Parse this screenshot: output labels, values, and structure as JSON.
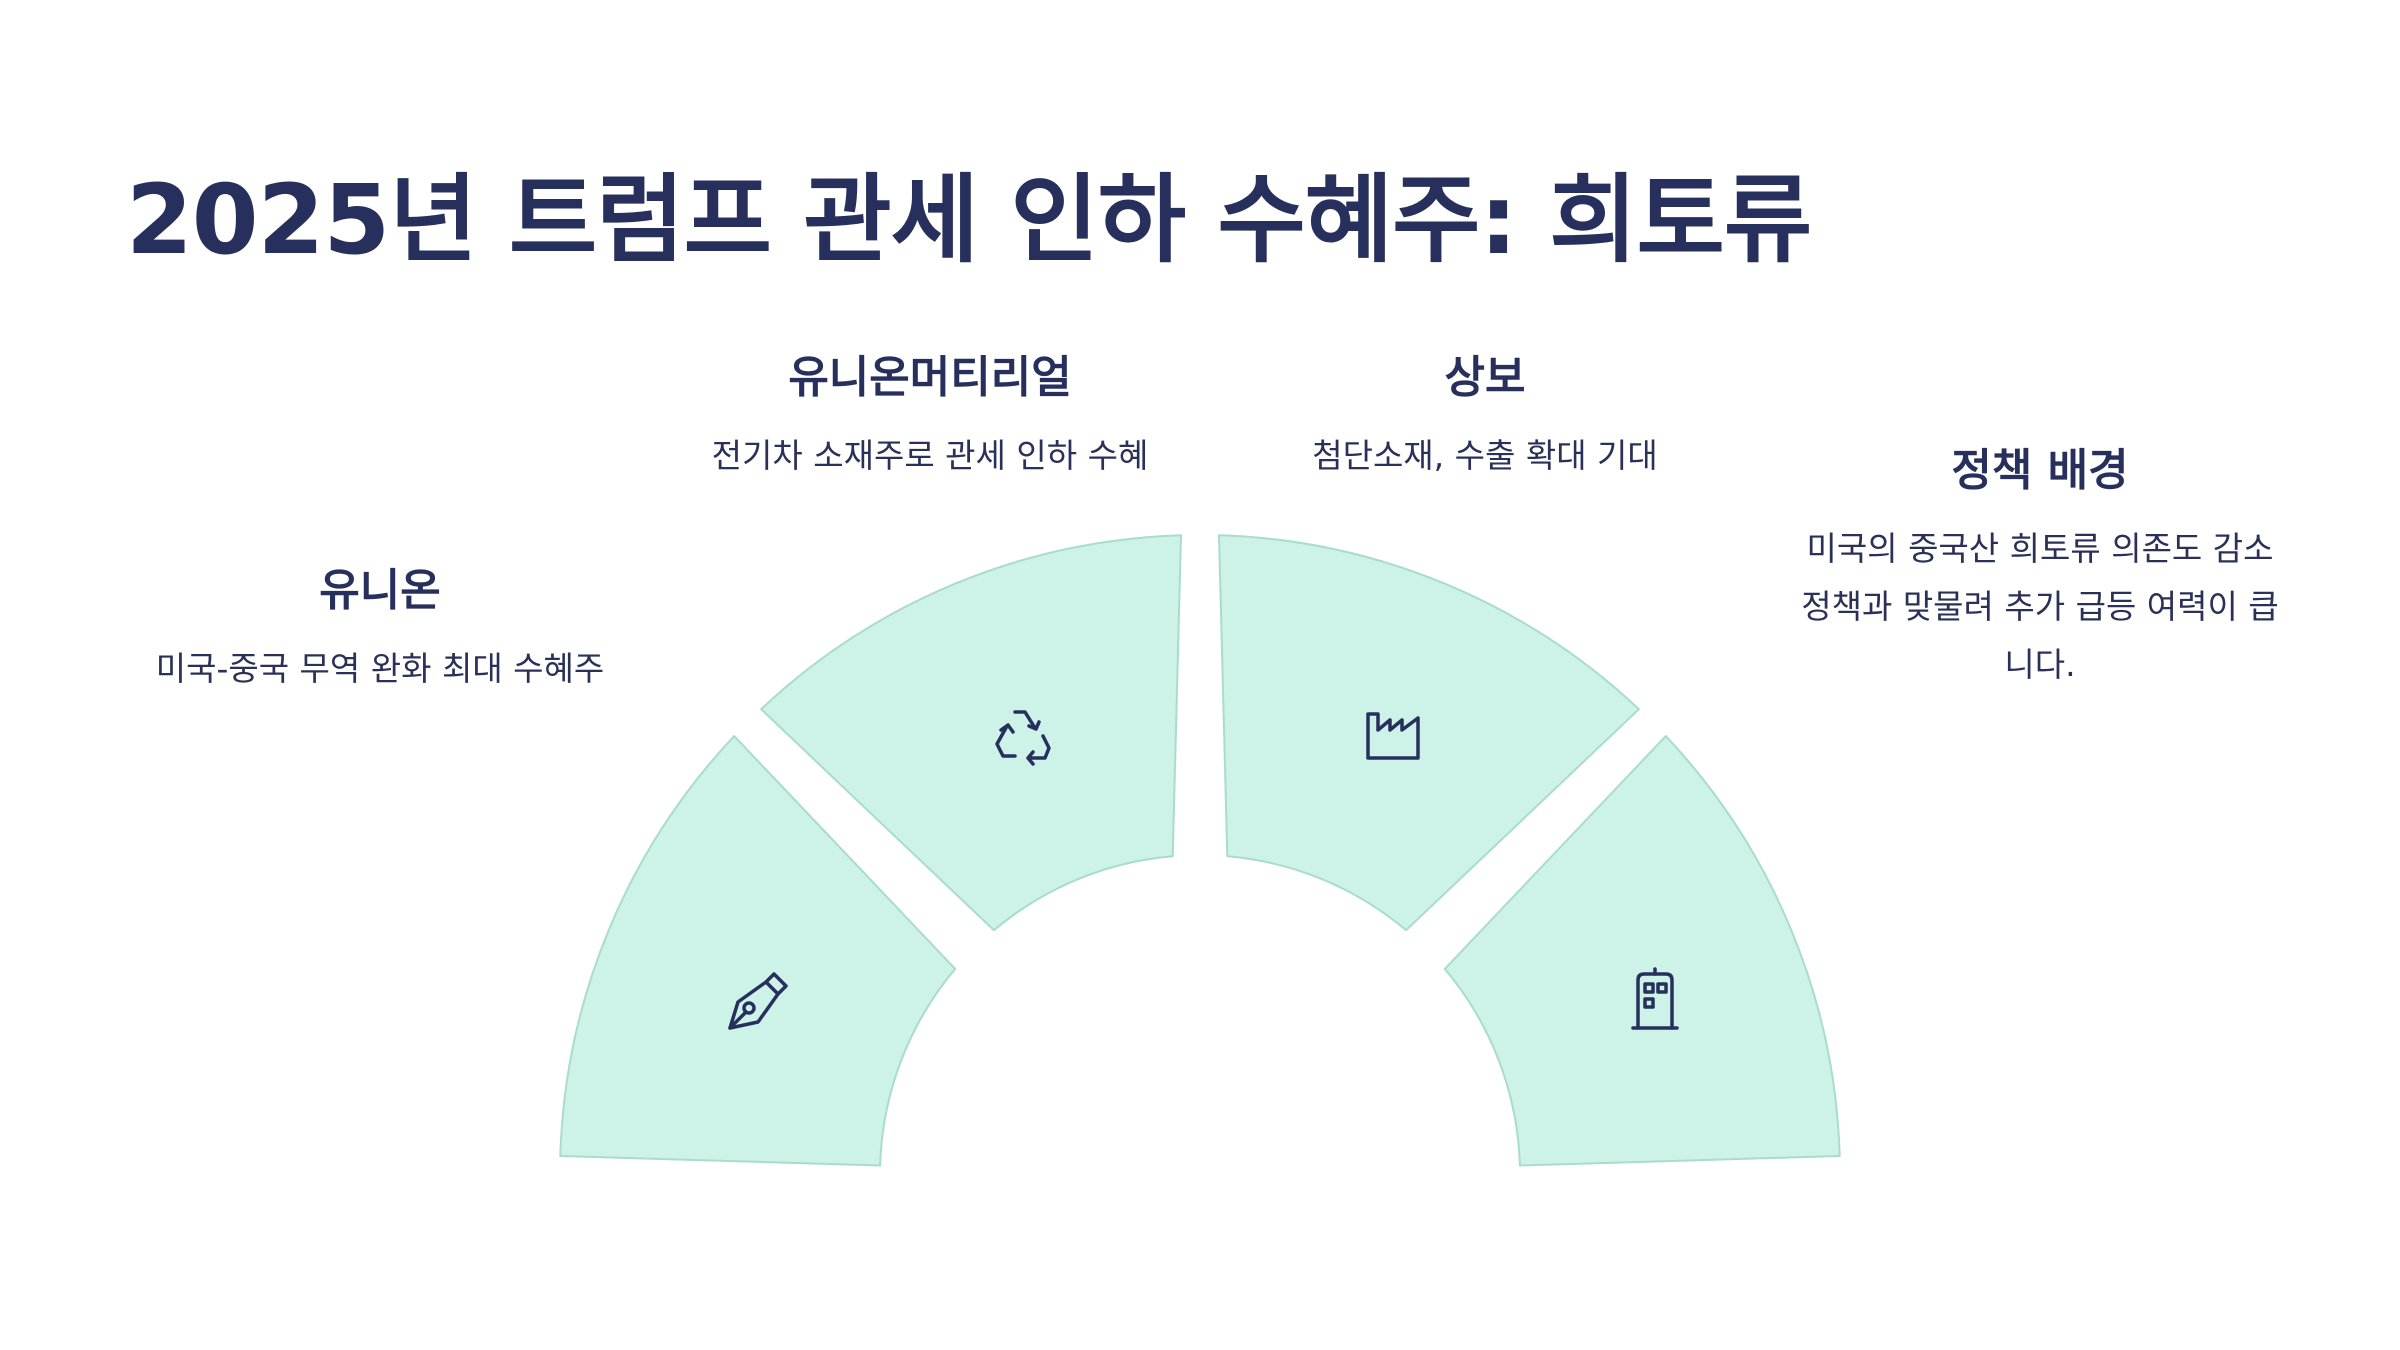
{
  "title": "2025년 트럼프 관세 인하 수혜주: 희토류",
  "items": [
    {
      "head": "유니온",
      "desc": "미국-중국 무역 완화 최대 수혜주",
      "icon": "pen-nib-icon"
    },
    {
      "head": "유니온머티리얼",
      "desc": "전기차 소재주로 관세 인하 수혜",
      "icon": "recycle-icon"
    },
    {
      "head": "상보",
      "desc": "첨단소재, 수출 확대 기대",
      "icon": "factory-icon"
    },
    {
      "head": "정책 배경",
      "desc": "미국의 중국산 희토류 의존도 감소 정책과 맞물려 추가 급등 여력이 큽니다.",
      "icon": "building-icon"
    }
  ],
  "colors": {
    "segment_fill": "#cdf2e8",
    "segment_stroke": "#a9dccc",
    "text": "#27305c"
  }
}
